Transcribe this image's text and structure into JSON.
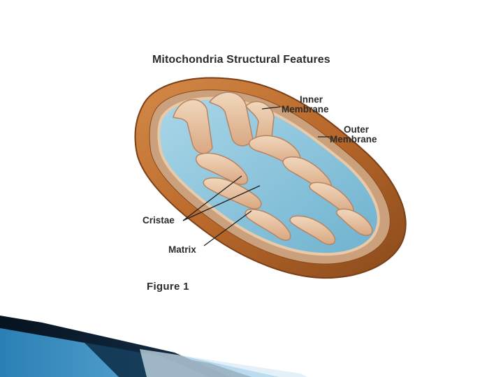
{
  "figure": {
    "title": "Mitochondria Structural Features",
    "caption": "Figure 1",
    "labels": {
      "inner_membrane": [
        "Inner",
        "Membrane"
      ],
      "outer_membrane": [
        "Outer",
        "Membrane"
      ],
      "cristae": "Cristae",
      "matrix": "Matrix"
    }
  },
  "colors": {
    "outer_membrane": "#b8682a",
    "inner_membrane": "#e9c8a6",
    "matrix": "#8cc7df",
    "slide_accent_dark": "#0b1f33",
    "slide_accent_blue": "#3a8fc2"
  }
}
